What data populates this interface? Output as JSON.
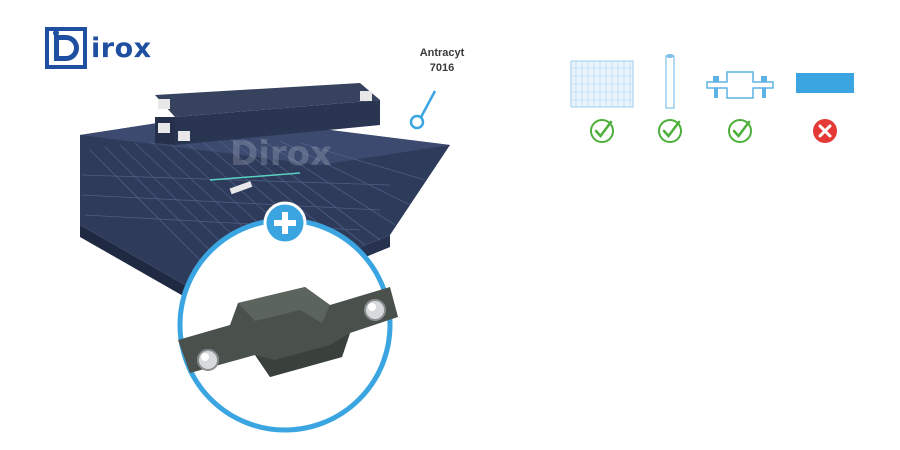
{
  "brand": {
    "name": "irox",
    "initial": "D"
  },
  "color_label": {
    "line1": "Antracyt",
    "line2": "7016"
  },
  "watermark": "Dirox",
  "colors": {
    "brand_blue": "#1f4fa0",
    "accent_blue": "#3aa5e0",
    "panel_dark": "#2c3a57",
    "clamp_gray": "#4a514c",
    "ok_green": "#4caf3a",
    "bad_red": "#e53935"
  },
  "options": [
    {
      "icon": "mesh-panel-icon",
      "status": "compatible"
    },
    {
      "icon": "post-icon",
      "status": "compatible"
    },
    {
      "icon": "clamp-icon",
      "status": "compatible"
    },
    {
      "icon": "bar-icon",
      "status": "not-compatible"
    }
  ]
}
